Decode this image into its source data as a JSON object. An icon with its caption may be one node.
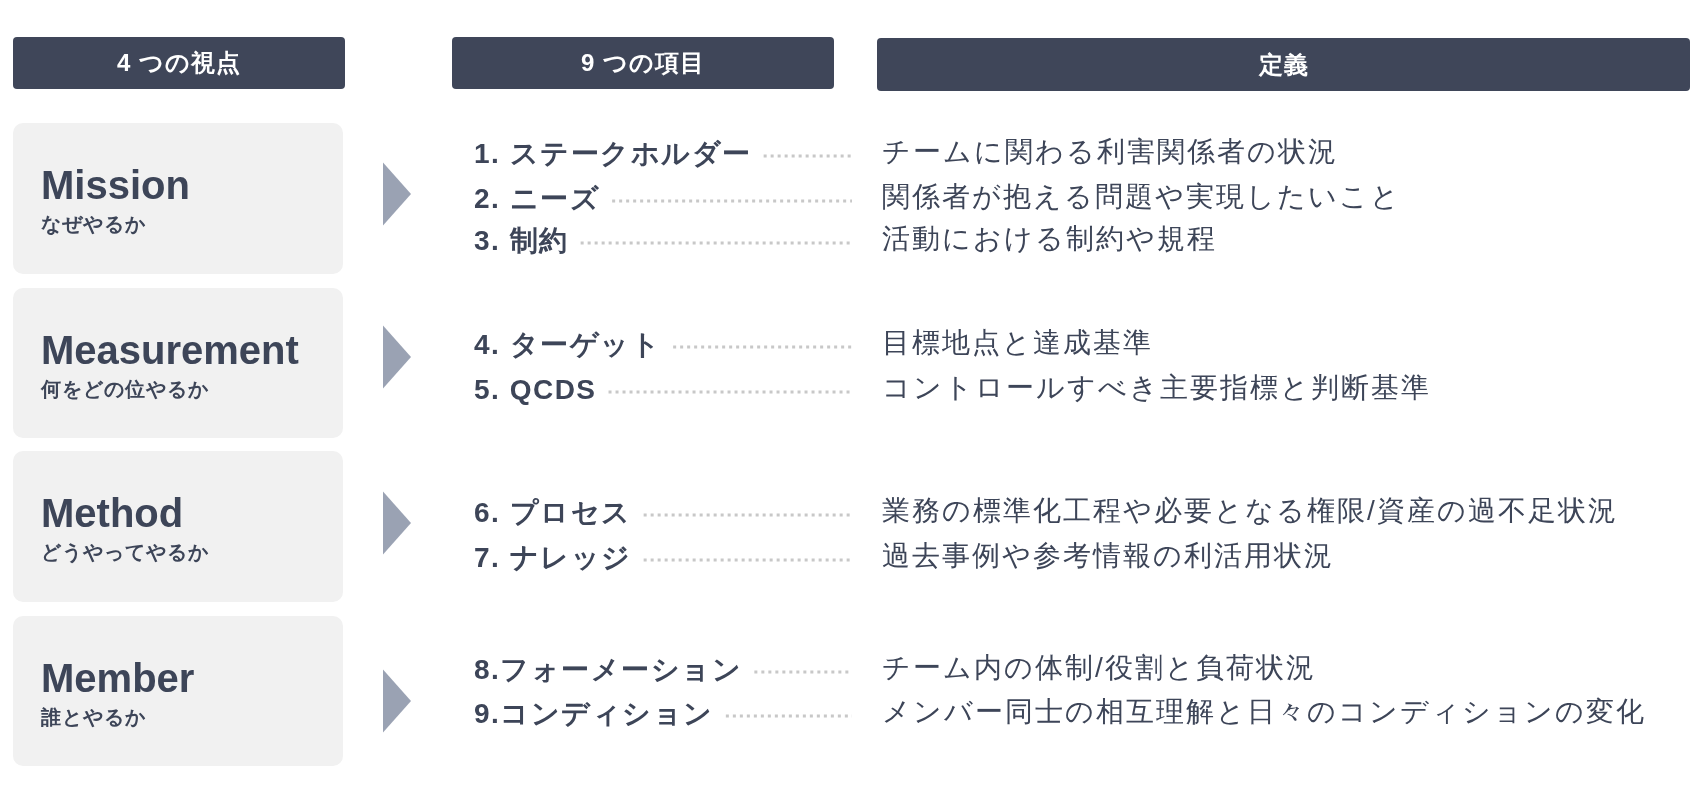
{
  "diagram": {
    "nodes": [
      {
        "text": [
          "4 つの視点"
        ]
      },
      {
        "text": [
          "9 つの項目"
        ]
      },
      {
        "text": [
          "定義"
        ]
      },
      {
        "text": [
          "Mission",
          "なぜやるか"
        ]
      },
      {
        "text": [
          "1. ステークホルダー"
        ]
      },
      {
        "text": [
          "チームに関わる利害関係者の状況"
        ]
      },
      {
        "text": [
          "2. ニーズ"
        ]
      },
      {
        "text": [
          "関係者が抱える問題や実現したいこと"
        ]
      },
      {
        "text": [
          "3. 制約"
        ]
      },
      {
        "text": [
          "活動における制約や規程"
        ]
      },
      {
        "text": [
          "Measurement",
          "何をどの位やるか"
        ]
      },
      {
        "text": [
          "4. ターゲット"
        ]
      },
      {
        "text": [
          "目標地点と達成基準"
        ]
      },
      {
        "text": [
          "5. QCDS"
        ]
      },
      {
        "text": [
          "コントロールすべき主要指標と判断基準"
        ]
      },
      {
        "text": [
          "Method",
          "どうやってやるか"
        ]
      },
      {
        "text": [
          "6. プロセス"
        ]
      },
      {
        "text": [
          "業務の標準化工程や必要となる権限/資産の過不足状況"
        ]
      },
      {
        "text": [
          "7. ナレッジ"
        ]
      },
      {
        "text": [
          "過去事例や参考情報の利活用状況"
        ]
      },
      {
        "text": [
          "Member",
          "誰とやるか"
        ]
      },
      {
        "text": [
          "8.フォーメーション"
        ]
      },
      {
        "text": [
          "チーム内の体制/役割と負荷状況"
        ]
      },
      {
        "text": [
          "9.コンディション"
        ]
      },
      {
        "text": [
          "メンバー同士の相互理解と日々のコンディションの変化"
        ]
      }
    ],
    "edges": [
      {
        "from": 3,
        "to": 4,
        "arrow": "to",
        "color": "#9aa2b3"
      },
      {
        "from": 3,
        "to": 6,
        "arrow": "to",
        "color": "#9aa2b3"
      },
      {
        "from": 3,
        "to": 8,
        "arrow": "to",
        "color": "#9aa2b3"
      },
      {
        "from": 4,
        "to": 5,
        "arrow": "none",
        "style": "dashed",
        "color": "#c8c8c8"
      },
      {
        "from": 6,
        "to": 7,
        "arrow": "none",
        "style": "dashed",
        "color": "#c8c8c8"
      },
      {
        "from": 8,
        "to": 9,
        "arrow": "none",
        "style": "dashed",
        "color": "#c8c8c8"
      },
      {
        "from": 10,
        "to": 11,
        "arrow": "to",
        "color": "#9aa2b3"
      },
      {
        "from": 10,
        "to": 13,
        "arrow": "to",
        "color": "#9aa2b3"
      },
      {
        "from": 11,
        "to": 12,
        "arrow": "none",
        "style": "dashed",
        "color": "#c8c8c8"
      },
      {
        "from": 13,
        "to": 14,
        "arrow": "none",
        "style": "dashed",
        "color": "#c8c8c8"
      },
      {
        "from": 15,
        "to": 16,
        "arrow": "to",
        "color": "#9aa2b3"
      },
      {
        "from": 15,
        "to": 18,
        "arrow": "to",
        "color": "#9aa2b3"
      },
      {
        "from": 16,
        "to": 17,
        "arrow": "none",
        "style": "dashed",
        "color": "#c8c8c8"
      },
      {
        "from": 18,
        "to": 19,
        "arrow": "none",
        "style": "dashed",
        "color": "#c8c8c8"
      },
      {
        "from": 20,
        "to": 21,
        "arrow": "to",
        "color": "#9aa2b3"
      },
      {
        "from": 20,
        "to": 23,
        "arrow": "to",
        "color": "#9aa2b3"
      },
      {
        "from": 21,
        "to": 22,
        "arrow": "none",
        "style": "dashed",
        "color": "#c8c8c8"
      },
      {
        "from": 23,
        "to": 24,
        "arrow": "none",
        "style": "dashed",
        "color": "#c8c8c8"
      }
    ]
  }
}
